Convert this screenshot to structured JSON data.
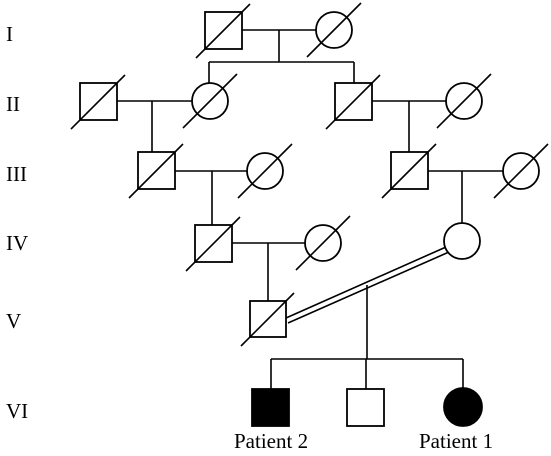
{
  "generations": [
    "I",
    "II",
    "III",
    "IV",
    "V",
    "VI"
  ],
  "individuals": [
    {
      "id": "I-1",
      "sex": "male",
      "deceased": true,
      "affected": false
    },
    {
      "id": "I-2",
      "sex": "female",
      "deceased": true,
      "affected": false
    },
    {
      "id": "II-1",
      "sex": "male",
      "deceased": true,
      "affected": false
    },
    {
      "id": "II-2",
      "sex": "female",
      "deceased": true,
      "affected": false
    },
    {
      "id": "II-3",
      "sex": "male",
      "deceased": true,
      "affected": false
    },
    {
      "id": "II-4",
      "sex": "female",
      "deceased": true,
      "affected": false
    },
    {
      "id": "III-1",
      "sex": "male",
      "deceased": true,
      "affected": false
    },
    {
      "id": "III-2",
      "sex": "female",
      "deceased": true,
      "affected": false
    },
    {
      "id": "III-3",
      "sex": "male",
      "deceased": true,
      "affected": false
    },
    {
      "id": "III-4",
      "sex": "female",
      "deceased": true,
      "affected": false
    },
    {
      "id": "IV-1",
      "sex": "male",
      "deceased": true,
      "affected": false
    },
    {
      "id": "IV-2",
      "sex": "female",
      "deceased": true,
      "affected": false
    },
    {
      "id": "IV-3",
      "sex": "female",
      "deceased": false,
      "affected": false
    },
    {
      "id": "V-1",
      "sex": "male",
      "deceased": true,
      "affected": false
    },
    {
      "id": "VI-1",
      "sex": "male",
      "deceased": false,
      "affected": true
    },
    {
      "id": "VI-2",
      "sex": "male",
      "deceased": false,
      "affected": false
    },
    {
      "id": "VI-3",
      "sex": "female",
      "deceased": false,
      "affected": true
    }
  ],
  "patients": {
    "patient_2": "Patient 2",
    "patient_1": "Patient 1"
  },
  "consanguineous_couple": [
    "V-1",
    "IV-3"
  ],
  "colors": {
    "line": "#000000",
    "affected": "#000000",
    "unaffected": "#ffffff"
  }
}
